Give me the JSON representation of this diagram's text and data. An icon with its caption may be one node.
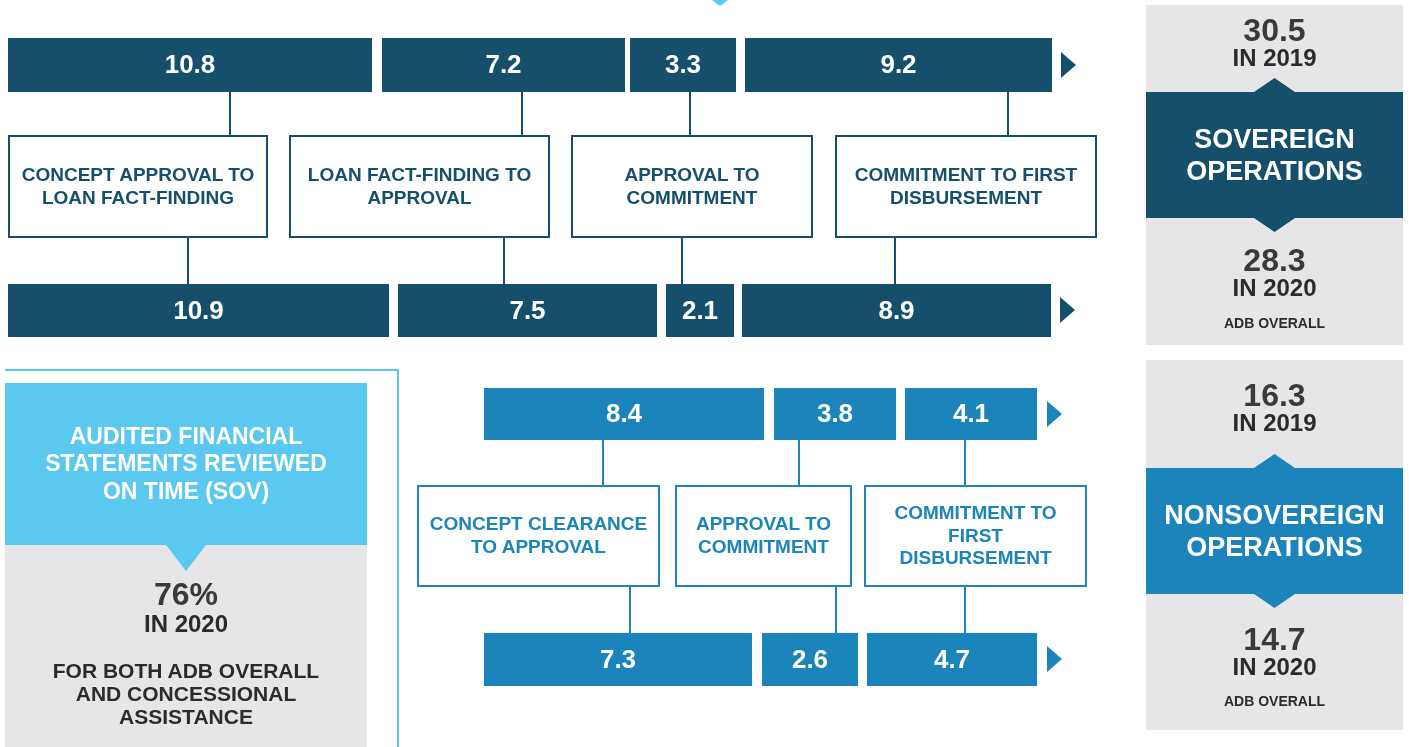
{
  "diagram": {
    "nodes": [
      {
        "text": [
          "10.8"
        ]
      },
      {
        "text": [
          "7.2"
        ]
      },
      {
        "text": [
          "3.3"
        ]
      },
      {
        "text": [
          "9.2"
        ]
      },
      {
        "text": [
          "CONCEPT APPROVAL TO LOAN FACT-FINDING"
        ]
      },
      {
        "text": [
          "LOAN FACT-FINDING TO APPROVAL"
        ]
      },
      {
        "text": [
          "APPROVAL TO COMMITMENT"
        ]
      },
      {
        "text": [
          "COMMITMENT TO FIRST DISBURSEMENT"
        ]
      },
      {
        "text": [
          "10.9"
        ]
      },
      {
        "text": [
          "7.5"
        ]
      },
      {
        "text": [
          "2.1"
        ]
      },
      {
        "text": [
          "8.9"
        ]
      },
      {
        "text": [
          "30.5",
          "IN 2019",
          "28.3",
          "IN 2020",
          "ADB OVERALL"
        ]
      },
      {
        "text": [
          "SOVEREIGN OPERATIONS"
        ],
        "in": 12
      },
      {
        "text": [
          "76%",
          "IN 2020",
          "FOR BOTH ADB OVERALL AND CONCESSIONAL ASSISTANCE"
        ]
      },
      {
        "text": [
          "AUDITED FINANCIAL STATEMENTS REVIEWED ON TIME (SOV)"
        ],
        "in": 14
      },
      {
        "text": [
          "8.4"
        ]
      },
      {
        "text": [
          "3.8"
        ]
      },
      {
        "text": [
          "4.1"
        ]
      },
      {
        "text": [
          "CONCEPT CLEARANCE TO APPROVAL"
        ]
      },
      {
        "text": [
          "APPROVAL TO COMMITMENT"
        ]
      },
      {
        "text": [
          "COMMITMENT TO FIRST DISBURSEMENT"
        ]
      },
      {
        "text": [
          "7.3"
        ]
      },
      {
        "text": [
          "2.6"
        ]
      },
      {
        "text": [
          "4.7"
        ]
      },
      {
        "text": [
          "16.3",
          "IN 2019",
          "14.7",
          "IN 2020",
          "ADB OVERALL"
        ]
      },
      {
        "text": [
          "NONSOVEREIGN OPERATIONS"
        ],
        "in": 25
      }
    ],
    "edges": [
      {
        "from": 4,
        "to": 0,
        "arrow": "none"
      },
      {
        "from": 4,
        "to": 8,
        "arrow": "none"
      },
      {
        "from": 5,
        "to": 1,
        "arrow": "none"
      },
      {
        "from": 5,
        "to": 9,
        "arrow": "none"
      },
      {
        "from": 6,
        "to": 2,
        "arrow": "none"
      },
      {
        "from": 6,
        "to": 10,
        "arrow": "none"
      },
      {
        "from": 7,
        "to": 3,
        "arrow": "none"
      },
      {
        "from": 7,
        "to": 11,
        "arrow": "none"
      },
      {
        "from": 19,
        "to": 16,
        "arrow": "none"
      },
      {
        "from": 19,
        "to": 22,
        "arrow": "none"
      },
      {
        "from": 20,
        "to": 17,
        "arrow": "none"
      },
      {
        "from": 20,
        "to": 23,
        "arrow": "none"
      },
      {
        "from": 21,
        "to": 18,
        "arrow": "none"
      },
      {
        "from": 21,
        "to": 24,
        "arrow": "none"
      }
    ]
  }
}
